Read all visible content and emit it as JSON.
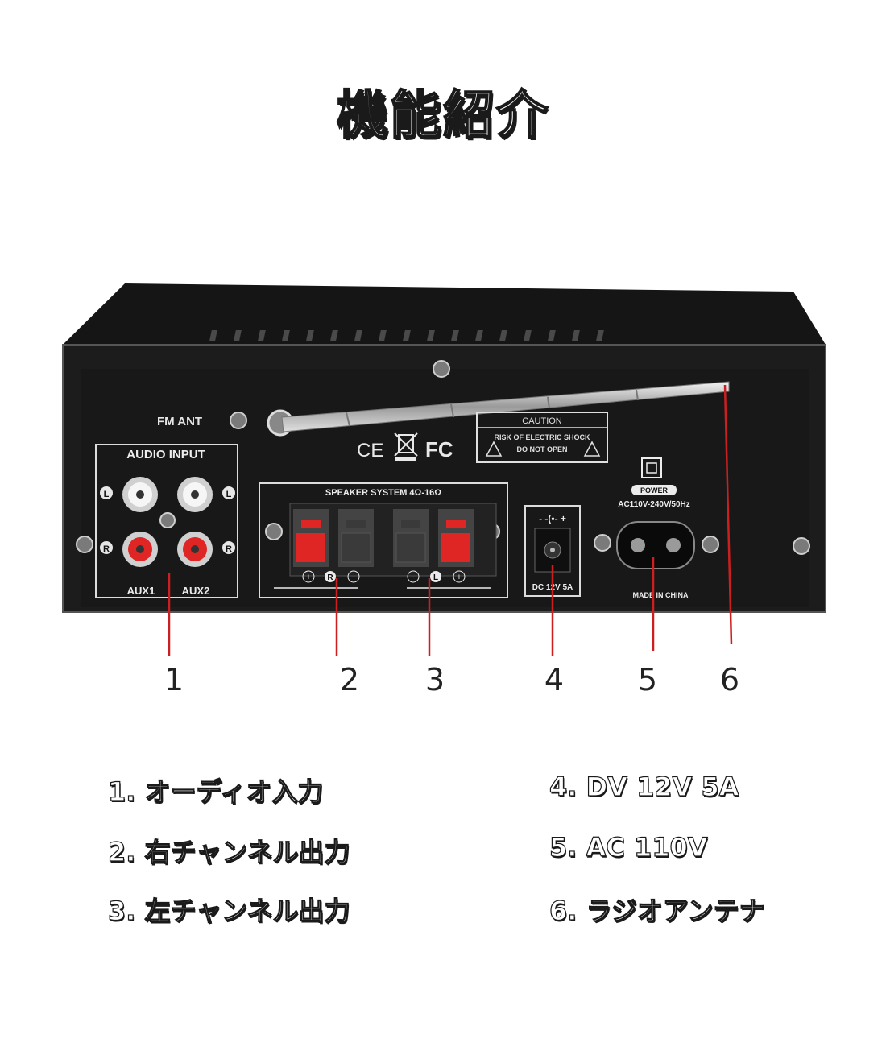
{
  "title": "機能紹介",
  "device": {
    "fm_ant": "FM ANT",
    "audio_input": "AUDIO INPUT",
    "aux1": "AUX1",
    "aux2": "AUX2",
    "l": "L",
    "r": "R",
    "speaker_system": "SPEAKER SYSTEM 4Ω-16Ω",
    "caution": "CAUTION",
    "risk_line1": "RISK OF ELECTRIC SHOCK",
    "risk_line2": "DO NOT OPEN",
    "certs": "CE",
    "fc": "FC",
    "power": "POWER",
    "ac_rating": "AC110V-240V/50Hz",
    "dc_rating": "DC 12V 5A",
    "made_in": "MADE IN CHINA"
  },
  "callouts": [
    "1",
    "2",
    "3",
    "4",
    "5",
    "6"
  ],
  "features_left": [
    "1. オーディオ入力",
    "2. 右チャンネル出力",
    "3. 左チャンネル出力"
  ],
  "features_right": [
    "4. DV 12V 5A",
    "5. AC 110V",
    "6. ラジオアンテナ"
  ],
  "colors": {
    "callout_line": "#cc1f1f",
    "chassis": "#1c1c1c",
    "terminal_red": "#e02525",
    "terminal_black": "#3a3a3a"
  }
}
